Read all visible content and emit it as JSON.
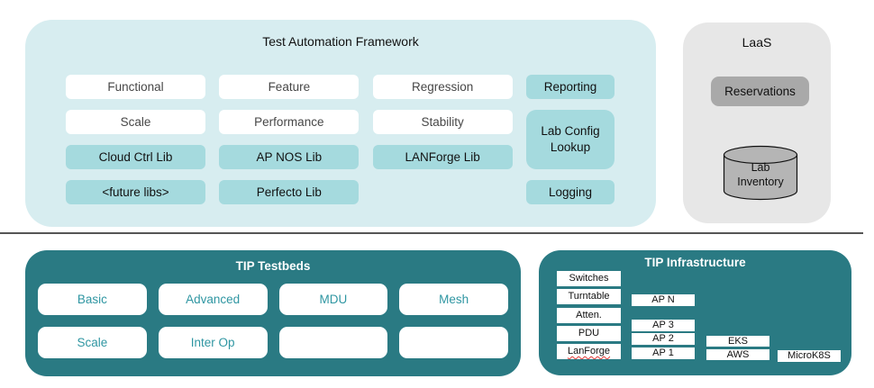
{
  "colors": {
    "framework_bg": "#d7edf0",
    "lib_box_bg": "#a5dade",
    "dark_teal": "#2a7a83",
    "teal_label_text": "#2f96a2",
    "laas_bg": "#e7e7e7",
    "reservations_bg": "#a9a9a9",
    "cylinder_bg": "#b5b5b5",
    "divider": "#555555"
  },
  "framework": {
    "title": "Test Automation Framework",
    "cells": [
      {
        "label": "Functional",
        "type": "white"
      },
      {
        "label": "Feature",
        "type": "white"
      },
      {
        "label": "Regression",
        "type": "white"
      },
      {
        "label": "Reporting",
        "type": "teal"
      },
      {
        "label": "Scale",
        "type": "white"
      },
      {
        "label": "Performance",
        "type": "white"
      },
      {
        "label": "Stability",
        "type": "white"
      },
      {
        "label": "Lab Config Lookup",
        "type": "teal"
      },
      {
        "label": "Cloud Ctrl Lib",
        "type": "teal"
      },
      {
        "label": "AP NOS Lib",
        "type": "teal"
      },
      {
        "label": "LANForge Lib",
        "type": "teal"
      },
      {
        "label": "<future libs>",
        "type": "teal"
      },
      {
        "label": "Perfecto Lib",
        "type": "teal"
      },
      {
        "label": "Logging",
        "type": "teal"
      }
    ]
  },
  "laas": {
    "title": "LaaS",
    "reservations_label": "Reservations",
    "inventory_line1": "Lab",
    "inventory_line2": "Inventory"
  },
  "testbeds": {
    "title": "TIP Testbeds",
    "items": [
      "Basic",
      "Advanced",
      "MDU",
      "Mesh",
      "Scale",
      "Inter Op",
      "",
      ""
    ]
  },
  "infrastructure": {
    "title": "TIP Infrastructure",
    "devices": [
      "Switches",
      "Turntable",
      "Atten.",
      "PDU",
      "LanForge"
    ],
    "access_points": [
      "AP N",
      "AP 3",
      "AP 2",
      "AP 1"
    ],
    "cloud": [
      "EKS",
      "AWS"
    ],
    "kubernetes": "MicroK8S"
  }
}
